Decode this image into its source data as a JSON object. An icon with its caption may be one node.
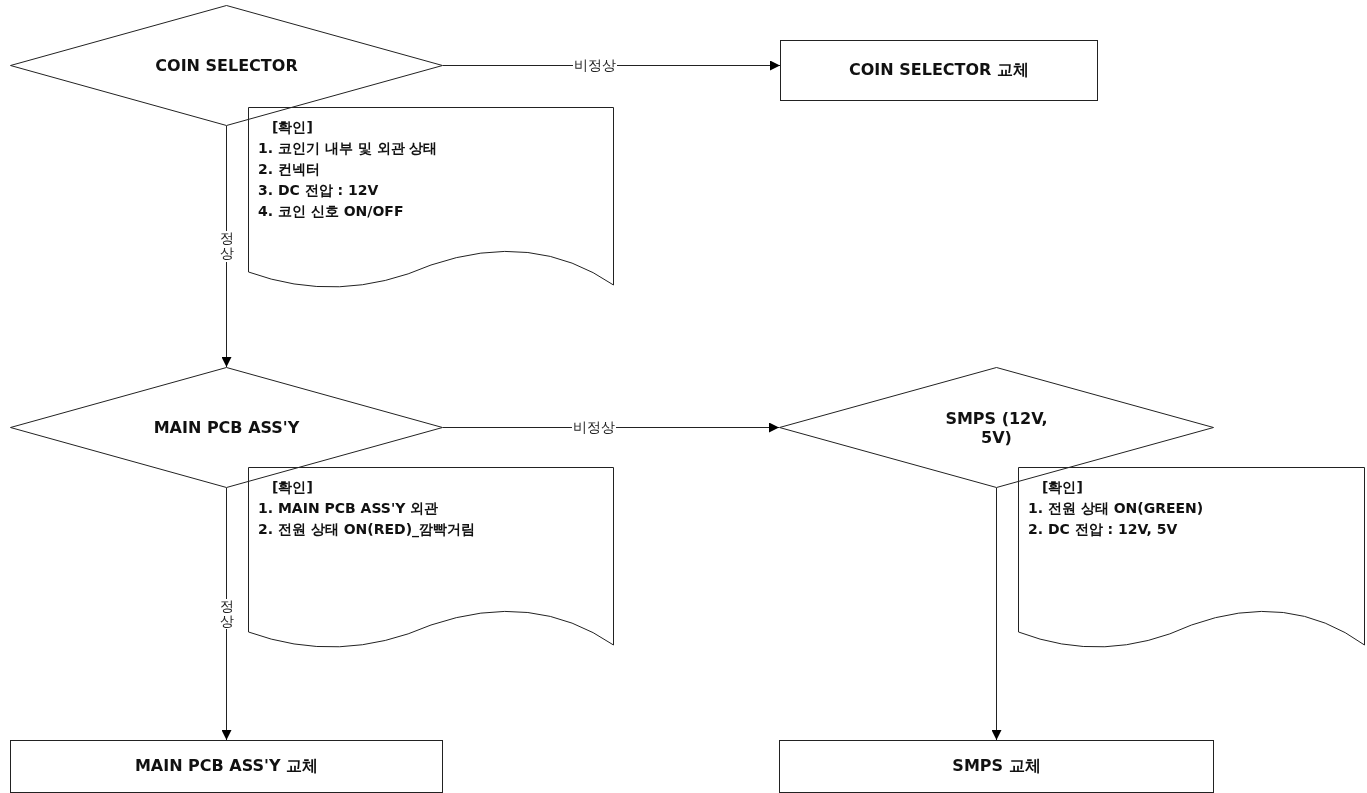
{
  "diagram": {
    "nodes": [
      {
        "text": [
          "COIN SELECTOR"
        ]
      },
      {
        "text": [
          "[확인]",
          "1. 코인기 내부 및 외관 상태",
          "2. 컨넥터",
          "3. DC 전압 : 12V",
          "4. 코인 신호 ON/OFF"
        ]
      },
      {
        "text": [
          "COIN SELECTOR 교체"
        ]
      },
      {
        "text": [
          "MAIN PCB ASS'Y"
        ]
      },
      {
        "text": [
          "[확인]",
          "1. MAIN PCB ASS'Y 외관",
          "2. 전원 상태 ON(RED)_깜빡거림"
        ]
      },
      {
        "text": [
          "SMPS (12V, 5V)"
        ]
      },
      {
        "text": [
          "[확인]",
          "1. 전원 상태 ON(GREEN)",
          "2. DC 전압 : 12V, 5V"
        ]
      },
      {
        "text": [
          "MAIN PCB ASS'Y 교체"
        ]
      },
      {
        "text": [
          "SMPS 교체"
        ]
      }
    ],
    "edges": [
      {
        "from": 0,
        "to": 2,
        "arrow": "to",
        "label": "비정상"
      },
      {
        "from": 0,
        "to": 3,
        "arrow": "to",
        "label": "정상"
      },
      {
        "from": 3,
        "to": 5,
        "arrow": "to",
        "label": "비정상"
      },
      {
        "from": 3,
        "to": 7,
        "arrow": "to",
        "label": "정상"
      },
      {
        "from": 5,
        "to": 8,
        "arrow": "to"
      }
    ]
  }
}
